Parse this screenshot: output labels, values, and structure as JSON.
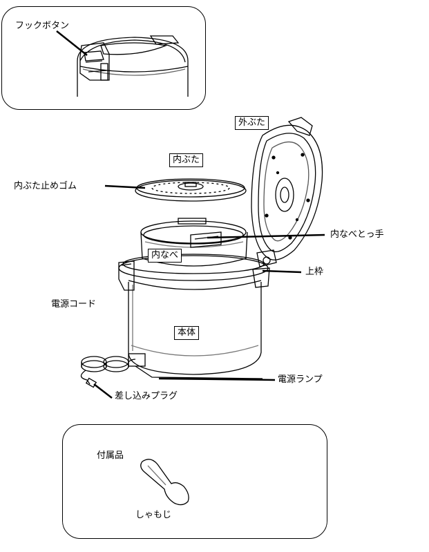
{
  "labels": {
    "hook_button": "フックボタン",
    "outer_lid": "外ぶた",
    "inner_lid": "内ぶた",
    "inner_lid_rubber": "内ぶた止めゴム",
    "inner_pot_handle": "内なべとっ手",
    "inner_pot": "内なべ",
    "upper_frame": "上枠",
    "power_cord": "電源コード",
    "body": "本体",
    "power_lamp": "電源ランプ",
    "plug": "差し込みプラグ",
    "accessories": "付属品",
    "rice_paddle": "しゃもじ"
  }
}
